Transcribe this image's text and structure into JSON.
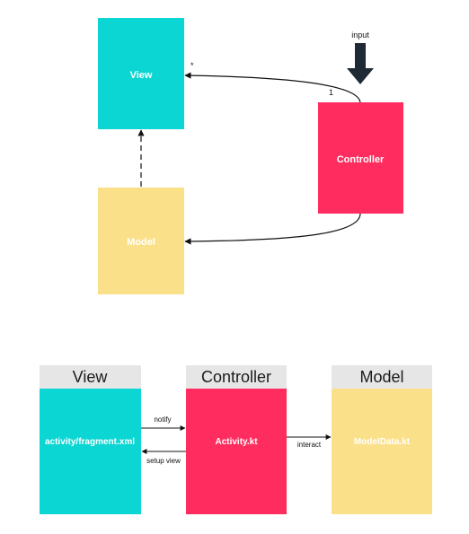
{
  "colors": {
    "view": "#0bd6d3",
    "controller": "#ff2d5f",
    "model": "#fbe08a",
    "header": "#e6e6e6",
    "line": "#111111",
    "input_arrow": "#1f2a35"
  },
  "top_diagram": {
    "view_label": "View",
    "controller_label": "Controller",
    "model_label": "Model",
    "input_label": "input",
    "multiplicity_many": "*",
    "multiplicity_one": "1"
  },
  "bottom_diagram": {
    "view_header": "View",
    "controller_header": "Controller",
    "model_header": "Model",
    "view_body": "activity/fragment.xml",
    "controller_body": "Activity.kt",
    "model_body": "ModelData.kt",
    "notify_label": "notify",
    "setup_view_label": "setup view",
    "interact_label": "interact"
  }
}
